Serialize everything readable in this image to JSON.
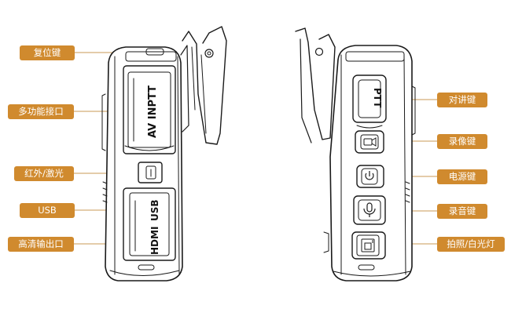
{
  "colors": {
    "accent": "#d08a2e",
    "line": "#c99a55",
    "device": "#1a1a1a"
  },
  "labels_left": [
    "复位键",
    "多功能接口",
    "红外/激光",
    "USB",
    "高清输出口"
  ],
  "labels_right": [
    "对讲键",
    "录像键",
    "电源键",
    "录音键",
    "拍照/白光灯"
  ],
  "device_left": {
    "port_top_text": "AV INPTT",
    "port_usb_text": "USB",
    "port_hdmi_text": "HDMI"
  },
  "device_right": {
    "ptt_text": "PTT"
  },
  "icons": [
    "camera-icon",
    "power-icon",
    "microphone-icon",
    "photo-light-icon",
    "belt-clip-icon"
  ]
}
